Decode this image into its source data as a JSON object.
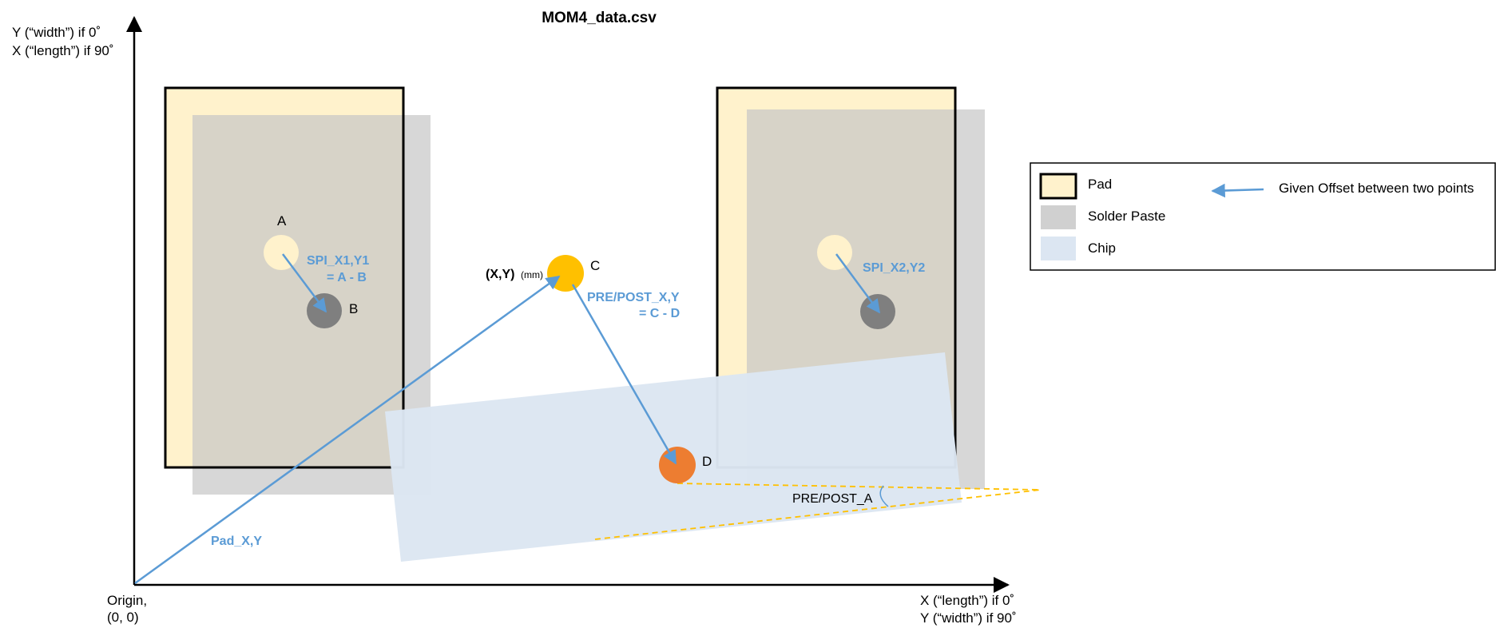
{
  "title": "MOM4_data.csv",
  "axes": {
    "y_label_line1": "Y (“width”) if 0˚",
    "y_label_line2": "X (“length”) if 90˚",
    "x_label_line1": "X (“length”) if 0˚",
    "x_label_line2": "Y (“width”) if 90˚",
    "origin_line1": "Origin,",
    "origin_line2": "(0, 0)"
  },
  "points": {
    "a": "A",
    "b": "B",
    "c": "C",
    "d": "D",
    "xy": "(X,Y)",
    "xy_unit": "(mm)"
  },
  "annotations": {
    "spi1_line1": "SPI_X1,Y1",
    "spi1_line2": "= A - B",
    "spi2": "SPI_X2,Y2",
    "prepost_line1": "PRE/POST_X,Y",
    "prepost_line2": "= C - D",
    "pad_xy": "Pad_X,Y",
    "angle": "PRE/POST_A"
  },
  "legend": {
    "pad": "Pad",
    "solder": "Solder Paste",
    "chip": "Chip",
    "offset": "Given Offset between two points"
  },
  "colors": {
    "pad_fill": "#FFF2CC",
    "paste_fill": "#D0D0D0",
    "chip_fill": "#DCE6F2",
    "arrow": "#5B9BD5",
    "point_c": "#FFC000",
    "point_d": "#ED7D31",
    "dashed": "#FFC000"
  }
}
